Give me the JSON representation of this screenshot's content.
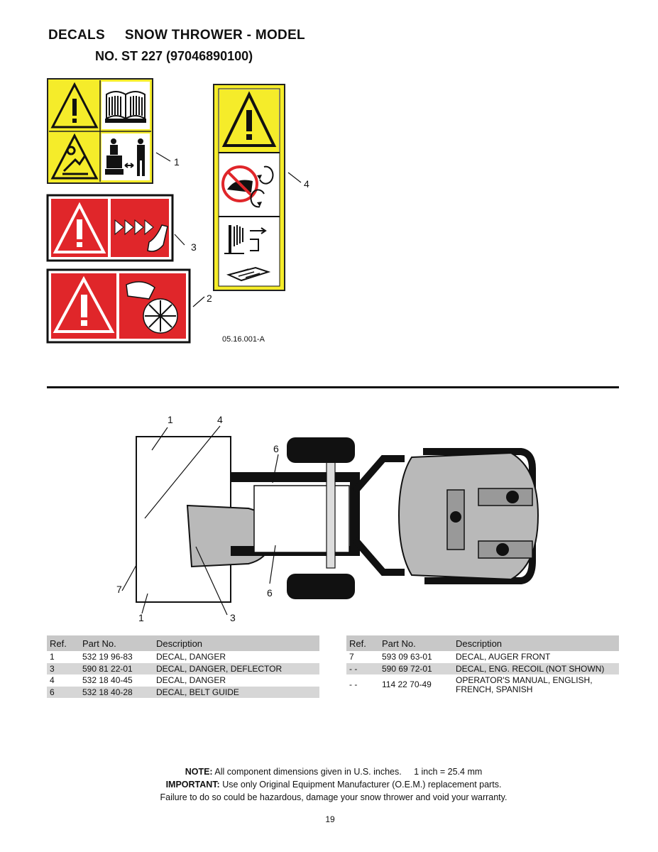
{
  "header": {
    "title_line1_a": "DECALS",
    "title_line1_b": "SNOW THROWER - MODEL",
    "title_line2": "NO. ST 227 (97046890100)"
  },
  "decals_figure": {
    "code": "05.16.001-A",
    "callouts": [
      "1",
      "2",
      "3",
      "4"
    ],
    "icons": [
      "warning-triangle-icon",
      "manual-book-icon",
      "hand-in-auger-icon",
      "bystander-distance-icon",
      "impeller-hand-icon",
      "recoil-arrows-icon"
    ]
  },
  "machine_diagram": {
    "callouts": [
      "1",
      "4",
      "6",
      "7",
      "6",
      "1",
      "3"
    ]
  },
  "table_left": {
    "headers": [
      "Ref.",
      "Part No.",
      "Description"
    ],
    "rows": [
      {
        "ref": "1",
        "part": "532 19 96-83",
        "desc": "DECAL, DANGER"
      },
      {
        "ref": "3",
        "part": "590 81 22-01",
        "desc": "DECAL, DANGER, DEFLECTOR"
      },
      {
        "ref": "4",
        "part": "532 18 40-45",
        "desc": "DECAL, DANGER"
      },
      {
        "ref": "6",
        "part": "532 18 40-28",
        "desc": "DECAL, BELT GUIDE"
      }
    ]
  },
  "table_right": {
    "headers": [
      "Ref.",
      "Part No.",
      "Description"
    ],
    "rows": [
      {
        "ref": "7",
        "part": "593 09 63-01",
        "desc": "DECAL, AUGER FRONT"
      },
      {
        "ref": "- -",
        "part": "590 69 72-01",
        "desc": "DECAL, ENG. RECOIL (NOT SHOWN)"
      },
      {
        "ref": "- -",
        "part": "114 22 70-49",
        "desc": "OPERATOR'S MANUAL, ENGLISH, FRENCH, SPANISH"
      }
    ]
  },
  "notes": {
    "note_label": "NOTE:",
    "note_text": "All component dimensions given in U.S. inches.     1 inch = 25.4 mm",
    "important_label": "IMPORTANT:",
    "important_text": "Use only Original Equipment Manufacturer (O.E.M.) replacement parts.",
    "line3": "Failure to do so could be hazardous, damage your snow thrower and void your warranty."
  },
  "page_number": "19",
  "colors": {
    "warning_yellow": "#f5ec2a",
    "danger_red": "#e0262a",
    "machine_gray": "#b9b9b9"
  }
}
